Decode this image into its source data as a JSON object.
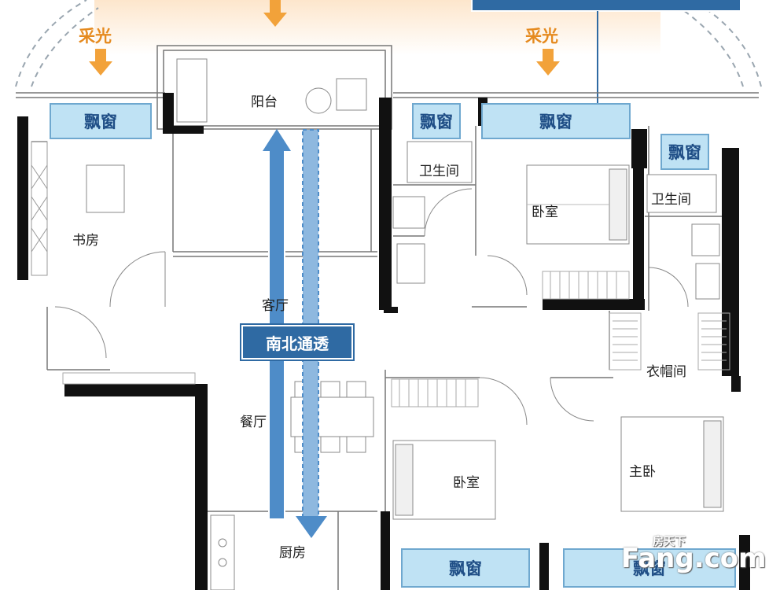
{
  "rooms": {
    "balcony": "阳台",
    "study": "书房",
    "living": "客厅",
    "dining": "餐厅",
    "kitchen": "厨房",
    "bath1": "卫生间",
    "bath2": "卫生间",
    "bedroom_n": "卧室",
    "bedroom_s": "卧室",
    "master": "主卧",
    "closet": "衣帽间"
  },
  "bay_windows": [
    "飘窗",
    "飘窗",
    "飘窗",
    "飘窗",
    "飘窗",
    "飘窗"
  ],
  "lighting": [
    "采光",
    "采光"
  ],
  "callout": "南北通透",
  "watermark": {
    "brand": "Fang.com",
    "cn": "房天下"
  },
  "colors": {
    "wall": "#111111",
    "arrow": "#3e7bbf",
    "callout_bg": "#2f6aa3",
    "bay_fill": "#bfe2f4",
    "light_text": "#e58a1f"
  }
}
